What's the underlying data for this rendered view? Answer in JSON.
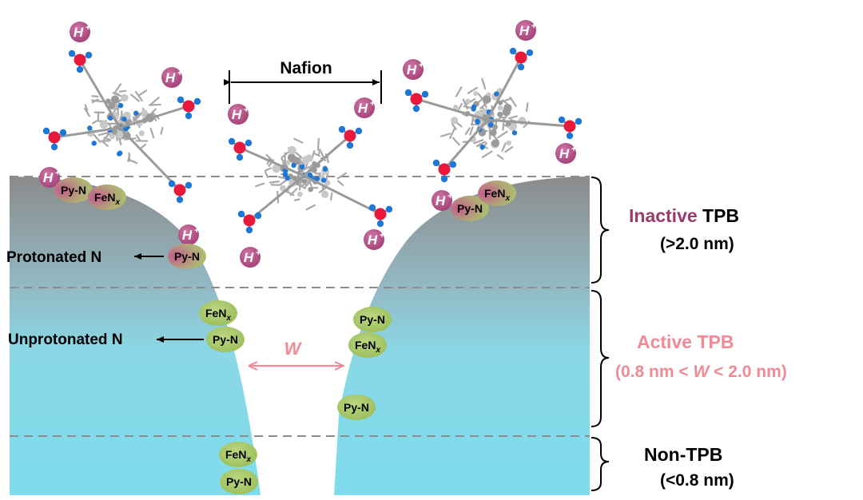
{
  "nafion_label": "Nafion",
  "width_symbol": "W",
  "proton_label": "H",
  "proton_charge": "+",
  "pyridinic_label": "Py-N",
  "fenx_label_base": "FeN",
  "fenx_label_sub": "x",
  "annotations": {
    "protonated": "Protonated N",
    "unprotonated": "Unprotonated N"
  },
  "zones": {
    "inactive": {
      "word": "Inactive",
      "suffix": " TPB",
      "range": "(>2.0 nm)"
    },
    "active": {
      "title": "Active TPB",
      "range_prefix": "(0.8 nm < ",
      "range_symbol": "W",
      "range_suffix": " < 2.0 nm)"
    },
    "non": {
      "title": "Non-TPB",
      "range": "(<0.8 nm)"
    }
  },
  "colors": {
    "inactive_accent": "#9b3a6d",
    "active_accent": "#f08a96",
    "proton_fill": "#b34d84",
    "site_fill": "#a8c96a",
    "gray_top": "#8a8a8a",
    "cyan_bottom": "#7fdcec",
    "oxygen": "#e8193a",
    "hydrogen_blue": "#1f77d4",
    "carbon": "#b5b5b5"
  }
}
